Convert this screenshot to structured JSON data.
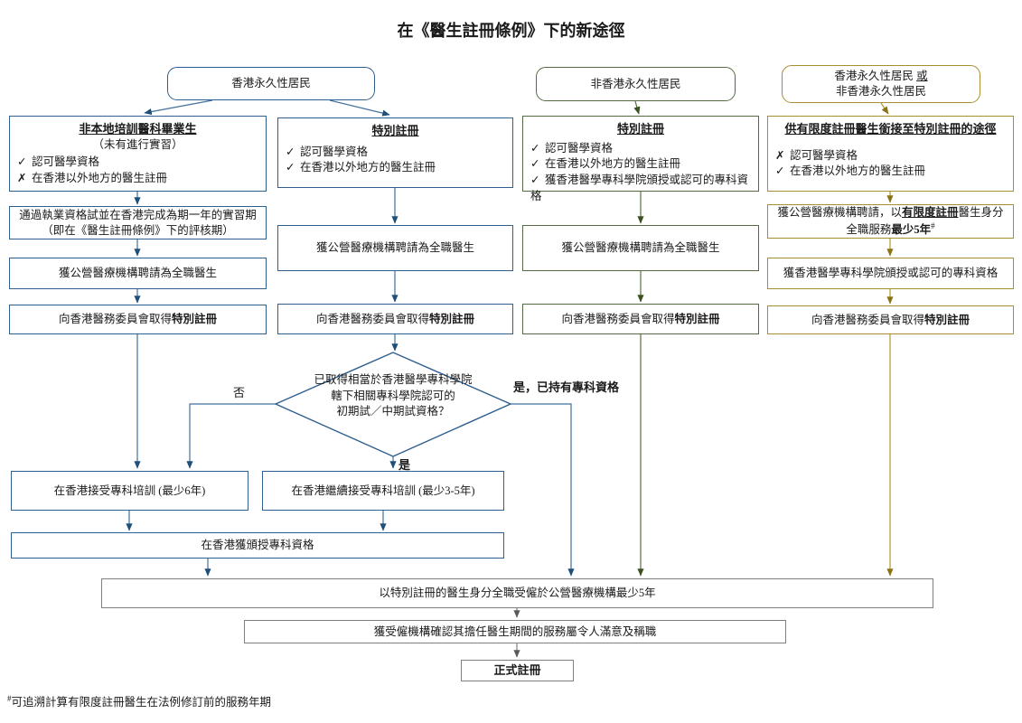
{
  "title": "在《醫生註冊條例》下的新途徑",
  "colors": {
    "blue": "#2f5f8f",
    "green": "#546b41",
    "gold": "#a98e2f",
    "gray": "#7f7f7f"
  },
  "headers": {
    "hk_resident": "香港永久性居民",
    "non_hk_resident": "非香港永久性居民",
    "either_l1": "香港永久性居民 ",
    "either_or": "或",
    "either_l2": "非香港永久性居民"
  },
  "col1": {
    "entry": {
      "title": "非本地培訓醫科畢業生",
      "subtitle": "（未有進行實習）",
      "items": [
        {
          "mark": "✓",
          "text": "認可醫學資格"
        },
        {
          "mark": "✗",
          "text": "在香港以外地方的醫生註冊"
        }
      ]
    },
    "step1_line1": "通過執業資格試並在香港完成為期一年的實習期",
    "step1_line2": "（即在《醫生註冊條例》下的評核期）",
    "step2": "獲公營醫療機構聘請為全職醫生",
    "step3_prefix": "向香港醫務委員會取得",
    "step3_bold": "特別註冊"
  },
  "col2": {
    "entry": {
      "title": "特別註冊",
      "items": [
        {
          "mark": "✓",
          "text": "認可醫學資格"
        },
        {
          "mark": "✓",
          "text": "在香港以外地方的醫生註冊"
        }
      ]
    },
    "step1": "獲公營醫療機構聘請為全職醫生",
    "step2_prefix": "向香港醫務委員會取得",
    "step2_bold": "特別註冊"
  },
  "col3": {
    "entry": {
      "title": "特別註冊",
      "items": [
        {
          "mark": "✓",
          "text": "認可醫學資格"
        },
        {
          "mark": "✓",
          "text": "在香港以外地方的醫生註冊"
        },
        {
          "mark": "✓",
          "text": "獲香港醫學專科學院頒授或認可的專科資格"
        }
      ]
    },
    "step1": "獲公營醫療機構聘請為全職醫生",
    "step2_prefix": "向香港醫務委員會取得",
    "step2_bold": "特別註冊"
  },
  "col4": {
    "entry": {
      "title": "供有限度註冊醫生銜接至特別註冊的途徑",
      "items": [
        {
          "mark": "✗",
          "text": "認可醫學資格"
        },
        {
          "mark": "✓",
          "text": "在香港以外地方的醫生註冊"
        }
      ]
    },
    "step1_p1": "獲公營醫療機構聘請，以",
    "step1_u": "有限度註冊",
    "step1_p2": "醫生身分",
    "step1_p3": "全職服務",
    "step1_b": "最少5年",
    "step1_sup": "#",
    "step2": "獲香港醫學專科學院頒授或認可的專科資格",
    "step3_prefix": "向香港醫務委員會取得",
    "step3_bold": "特別註冊"
  },
  "decision": {
    "line1": "已取得相當於香港醫學專科學院",
    "line2": "轄下相關專科學院認可的",
    "line3": "初期試／中期試資格？",
    "no_label": "否",
    "yes_label": "是",
    "yes_specialist_label": "是，已持有專科資格"
  },
  "bottom": {
    "training_6yr": "在香港接受專科培訓 (最少6年)",
    "training_3to5yr": "在香港繼續接受專科培訓 (最少3-5年)",
    "qualification": "在香港獲頒授專科資格",
    "employment": "以特別註冊的醫生身分全職受僱於公營醫療機構最少5年",
    "confirmation": "獲受僱機構確認其擔任醫生期間的服務屬令人滿意及稱職",
    "full_registration": "正式註冊"
  },
  "footnote": {
    "sup": "#",
    "text": "可追溯計算有限度註冊醫生在法例修訂前的服務年期"
  }
}
